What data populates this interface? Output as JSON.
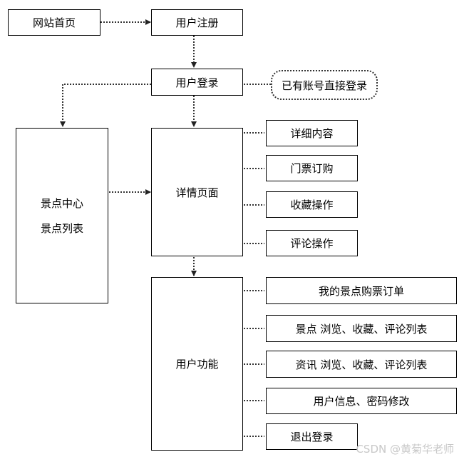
{
  "nodes": {
    "home": "网站首页",
    "register": "用户注册",
    "login": "用户登录",
    "login_note": "已有账号直接登录",
    "center_line1": "景点中心",
    "center_line2": "景点列表",
    "detail_page": "详情页面",
    "user_functions": "用户功能"
  },
  "detail_items": [
    "详细内容",
    "门票订购",
    "收藏操作",
    "评论操作"
  ],
  "function_items": [
    "我的景点购票订单",
    "景点 浏览、收藏、评论列表",
    "资讯 浏览、收藏、评论列表",
    "用户信息、密码修改",
    "退出登录"
  ],
  "watermark": "CSDN @黄菊华老师"
}
